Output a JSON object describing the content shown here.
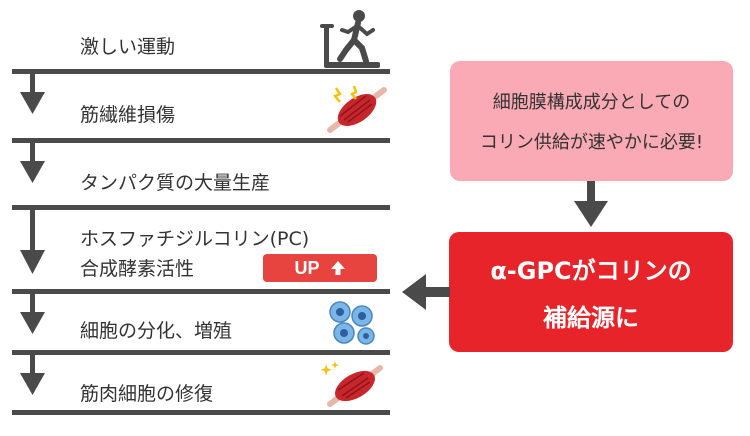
{
  "steps": [
    {
      "label": "激しい運動"
    },
    {
      "label": "筋繊維損傷"
    },
    {
      "label": "タンパク質の大量生産"
    },
    {
      "label_line1": "ホスファチジルコリン(PC)",
      "label_line2": "合成酵素活性"
    },
    {
      "label": "細胞の分化、増殖"
    },
    {
      "label": "筋肉細胞の修復"
    }
  ],
  "badge": {
    "text": "UP",
    "icon": "up-arrow-icon"
  },
  "info_box": {
    "line1": "細胞膜構成成分としての",
    "line2": "コリン供給が速やかに必要!"
  },
  "highlight_box": {
    "line1": "α-GPCがコリンの",
    "line2": "補給源に"
  },
  "icons": [
    "treadmill-runner-icon",
    "damaged-muscle-icon",
    "cells-icon",
    "repaired-muscle-icon"
  ],
  "colors": {
    "dark_gray": "#4a4a4a",
    "pink": "#f9aab4",
    "red": "#e7242a",
    "badge_red": "#e7433f",
    "muscle_red": "#c8262d"
  }
}
